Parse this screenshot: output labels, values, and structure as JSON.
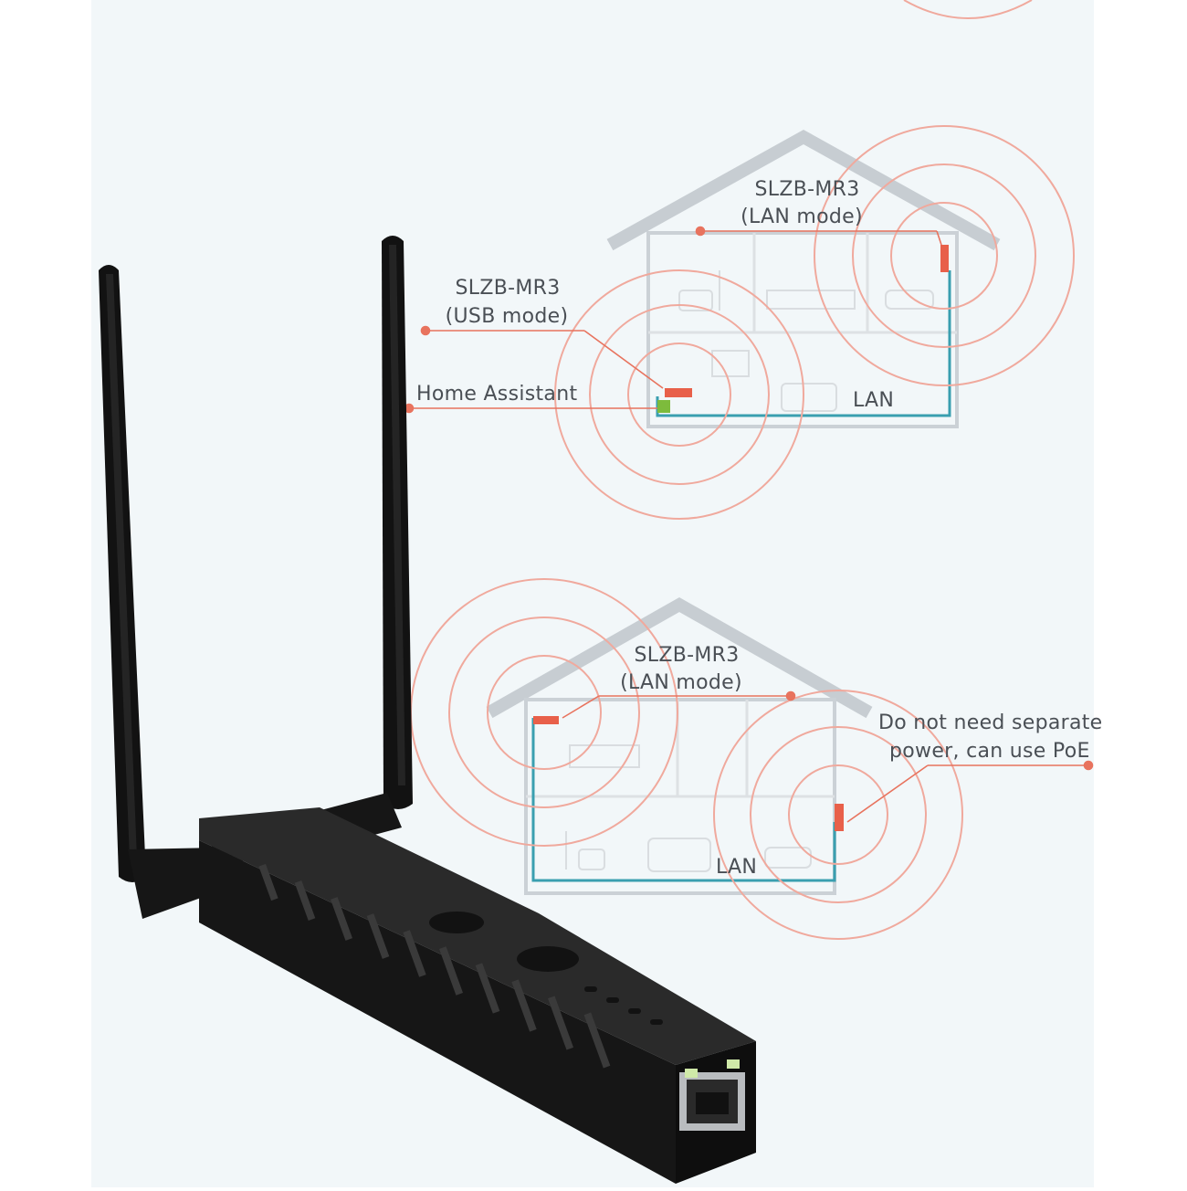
{
  "colors": {
    "panel": "#f2f7f9",
    "roof": "#c7cdd2",
    "wall": "#cbd1d6",
    "lan_line": "#3a9fb0",
    "device_red": "#e8604a",
    "ring": "#f0a99d",
    "callout": "#e8735e",
    "home_assistant": "#7dbb3c",
    "device_body": "#1b1b1b"
  },
  "house_top": {
    "device_lan": {
      "name": "SLZB-MR3",
      "mode": "(LAN mode)"
    },
    "device_usb": {
      "name": "SLZB-MR3",
      "mode": "(USB mode)"
    },
    "home_assistant": "Home Assistant",
    "lan": "LAN"
  },
  "house_bottom": {
    "device_lan": {
      "name": "SLZB-MR3",
      "mode": "(LAN mode)"
    },
    "poe_line1": "Do not need separate",
    "poe_line2": "power, can use PoE",
    "lan": "LAN"
  },
  "icons": [
    "antenna-icon",
    "ethernet-port-icon",
    "sofa-icon",
    "bed-icon",
    "tv-icon",
    "lamp-icon",
    "bathtub-icon",
    "signal-ring-icon"
  ]
}
